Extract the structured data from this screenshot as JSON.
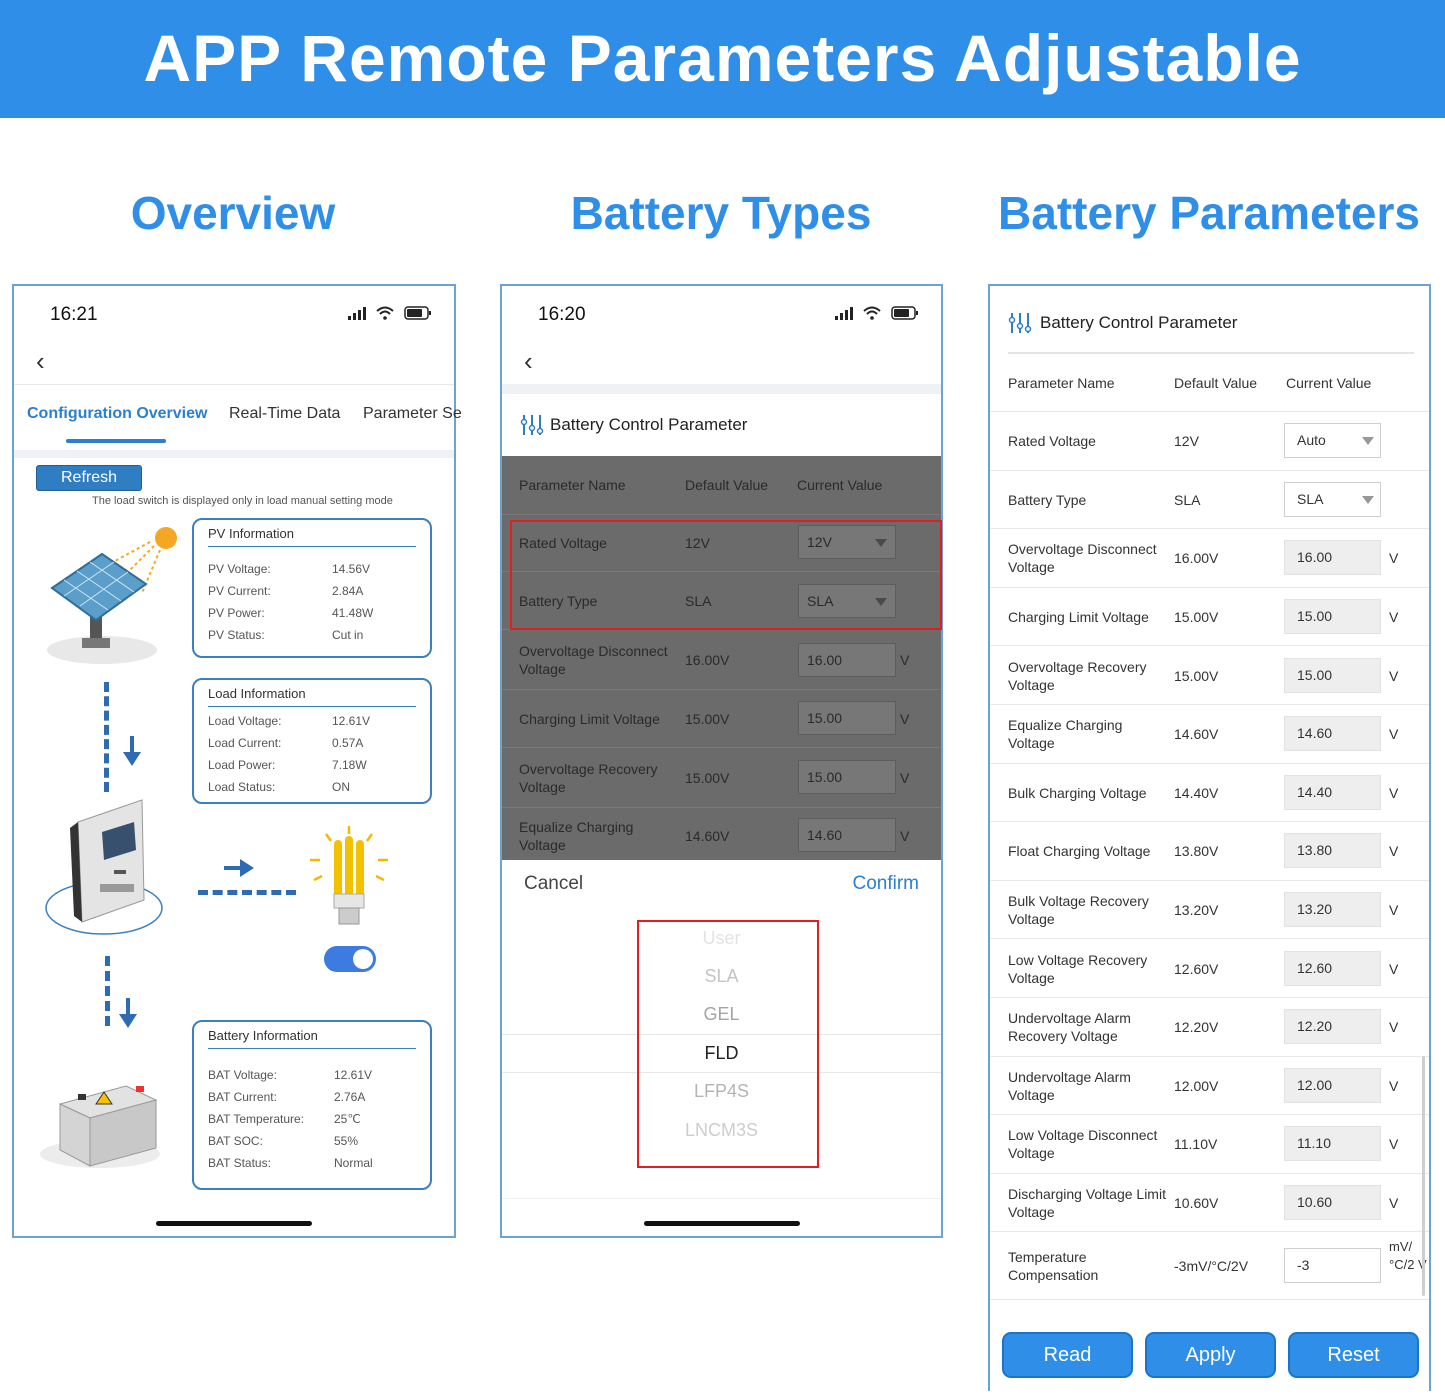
{
  "banner": {
    "title": "APP Remote Parameters Adjustable"
  },
  "sections": {
    "overview": "Overview",
    "types": "Battery Types",
    "params": "Battery Parameters"
  },
  "overview": {
    "time": "16:21",
    "tabs": [
      "Configuration Overview",
      "Real-Time Data",
      "Parameter Se"
    ],
    "refresh": "Refresh",
    "note": "The load switch is displayed only in load manual setting mode",
    "pv": {
      "title": "PV Information",
      "rows": [
        [
          "PV Voltage:",
          "14.56V"
        ],
        [
          "PV Current:",
          "2.84A"
        ],
        [
          "PV Power:",
          "41.48W"
        ],
        [
          "PV Status:",
          "Cut in"
        ]
      ]
    },
    "load": {
      "title": "Load Information",
      "rows": [
        [
          "Load Voltage:",
          "12.61V"
        ],
        [
          "Load Current:",
          "0.57A"
        ],
        [
          "Load Power:",
          "7.18W"
        ],
        [
          "Load Status:",
          "ON"
        ]
      ]
    },
    "battery": {
      "title": "Battery Information",
      "rows": [
        [
          "BAT Voltage:",
          "12.61V"
        ],
        [
          "BAT Current:",
          "2.76A"
        ],
        [
          "BAT Temperature:",
          "25℃"
        ],
        [
          "BAT SOC:",
          "55%"
        ],
        [
          "BAT Status:",
          "Normal"
        ]
      ]
    },
    "load_switch_on": true
  },
  "types": {
    "time": "16:20",
    "panel_title": "Battery Control Parameter",
    "headers": [
      "Parameter Name",
      "Default Value",
      "Current Value"
    ],
    "rows": [
      {
        "name": "Rated Voltage",
        "default": "12V",
        "current": "12V",
        "kind": "select"
      },
      {
        "name": "Battery Type",
        "default": "SLA",
        "current": "SLA",
        "kind": "select"
      },
      {
        "name": "Overvoltage Disconnect Voltage",
        "default": "16.00V",
        "current": "16.00",
        "unit": "V"
      },
      {
        "name": "Charging Limit Voltage",
        "default": "15.00V",
        "current": "15.00",
        "unit": "V"
      },
      {
        "name": "Overvoltage Recovery Voltage",
        "default": "15.00V",
        "current": "15.00",
        "unit": "V"
      },
      {
        "name": "Equalize Charging Voltage",
        "default": "14.60V",
        "current": "14.60",
        "unit": "V"
      }
    ],
    "cancel": "Cancel",
    "confirm": "Confirm",
    "picker_options": [
      "User",
      "SLA",
      "GEL",
      "FLD",
      "LFP4S",
      "LNCM3S"
    ],
    "picker_selected": "FLD"
  },
  "params": {
    "panel_title": "Battery Control Parameter",
    "headers": [
      "Parameter Name",
      "Default Value",
      "Current Value"
    ],
    "rows": [
      {
        "name": "Rated Voltage",
        "default": "12V",
        "current": "Auto",
        "kind": "select"
      },
      {
        "name": "Battery Type",
        "default": "SLA",
        "current": "SLA",
        "kind": "select"
      },
      {
        "name": "Overvoltage Disconnect Voltage",
        "default": "16.00V",
        "current": "16.00",
        "unit": "V"
      },
      {
        "name": "Charging Limit Voltage",
        "default": "15.00V",
        "current": "15.00",
        "unit": "V"
      },
      {
        "name": "Overvoltage Recovery Voltage",
        "default": "15.00V",
        "current": "15.00",
        "unit": "V"
      },
      {
        "name": "Equalize Charging Voltage",
        "default": "14.60V",
        "current": "14.60",
        "unit": "V"
      },
      {
        "name": "Bulk Charging Voltage",
        "default": "14.40V",
        "current": "14.40",
        "unit": "V"
      },
      {
        "name": "Float Charging Voltage",
        "default": "13.80V",
        "current": "13.80",
        "unit": "V"
      },
      {
        "name": "Bulk Voltage Recovery Voltage",
        "default": "13.20V",
        "current": "13.20",
        "unit": "V"
      },
      {
        "name": "Low Voltage Recovery Voltage",
        "default": "12.60V",
        "current": "12.60",
        "unit": "V"
      },
      {
        "name": "Undervoltage Alarm Recovery Voltage",
        "default": "12.20V",
        "current": "12.20",
        "unit": "V"
      },
      {
        "name": "Undervoltage Alarm Voltage",
        "default": "12.00V",
        "current": "12.00",
        "unit": "V"
      },
      {
        "name": "Low Voltage Disconnect Voltage",
        "default": "11.10V",
        "current": "11.10",
        "unit": "V"
      },
      {
        "name": "Discharging Voltage Limit Voltage",
        "default": "10.60V",
        "current": "10.60",
        "unit": "V"
      },
      {
        "name": "Temperature Compensation",
        "default": "-3mV/°C/2V",
        "current": "-3",
        "unit": "mV/ °C/2 V",
        "kind": "white"
      }
    ],
    "buttons": [
      "Read",
      "Apply",
      "Reset"
    ]
  },
  "colors": {
    "accent": "#2f8fe8",
    "highlight_box": "#e02020",
    "panel_dim": "#6b6b6b"
  }
}
